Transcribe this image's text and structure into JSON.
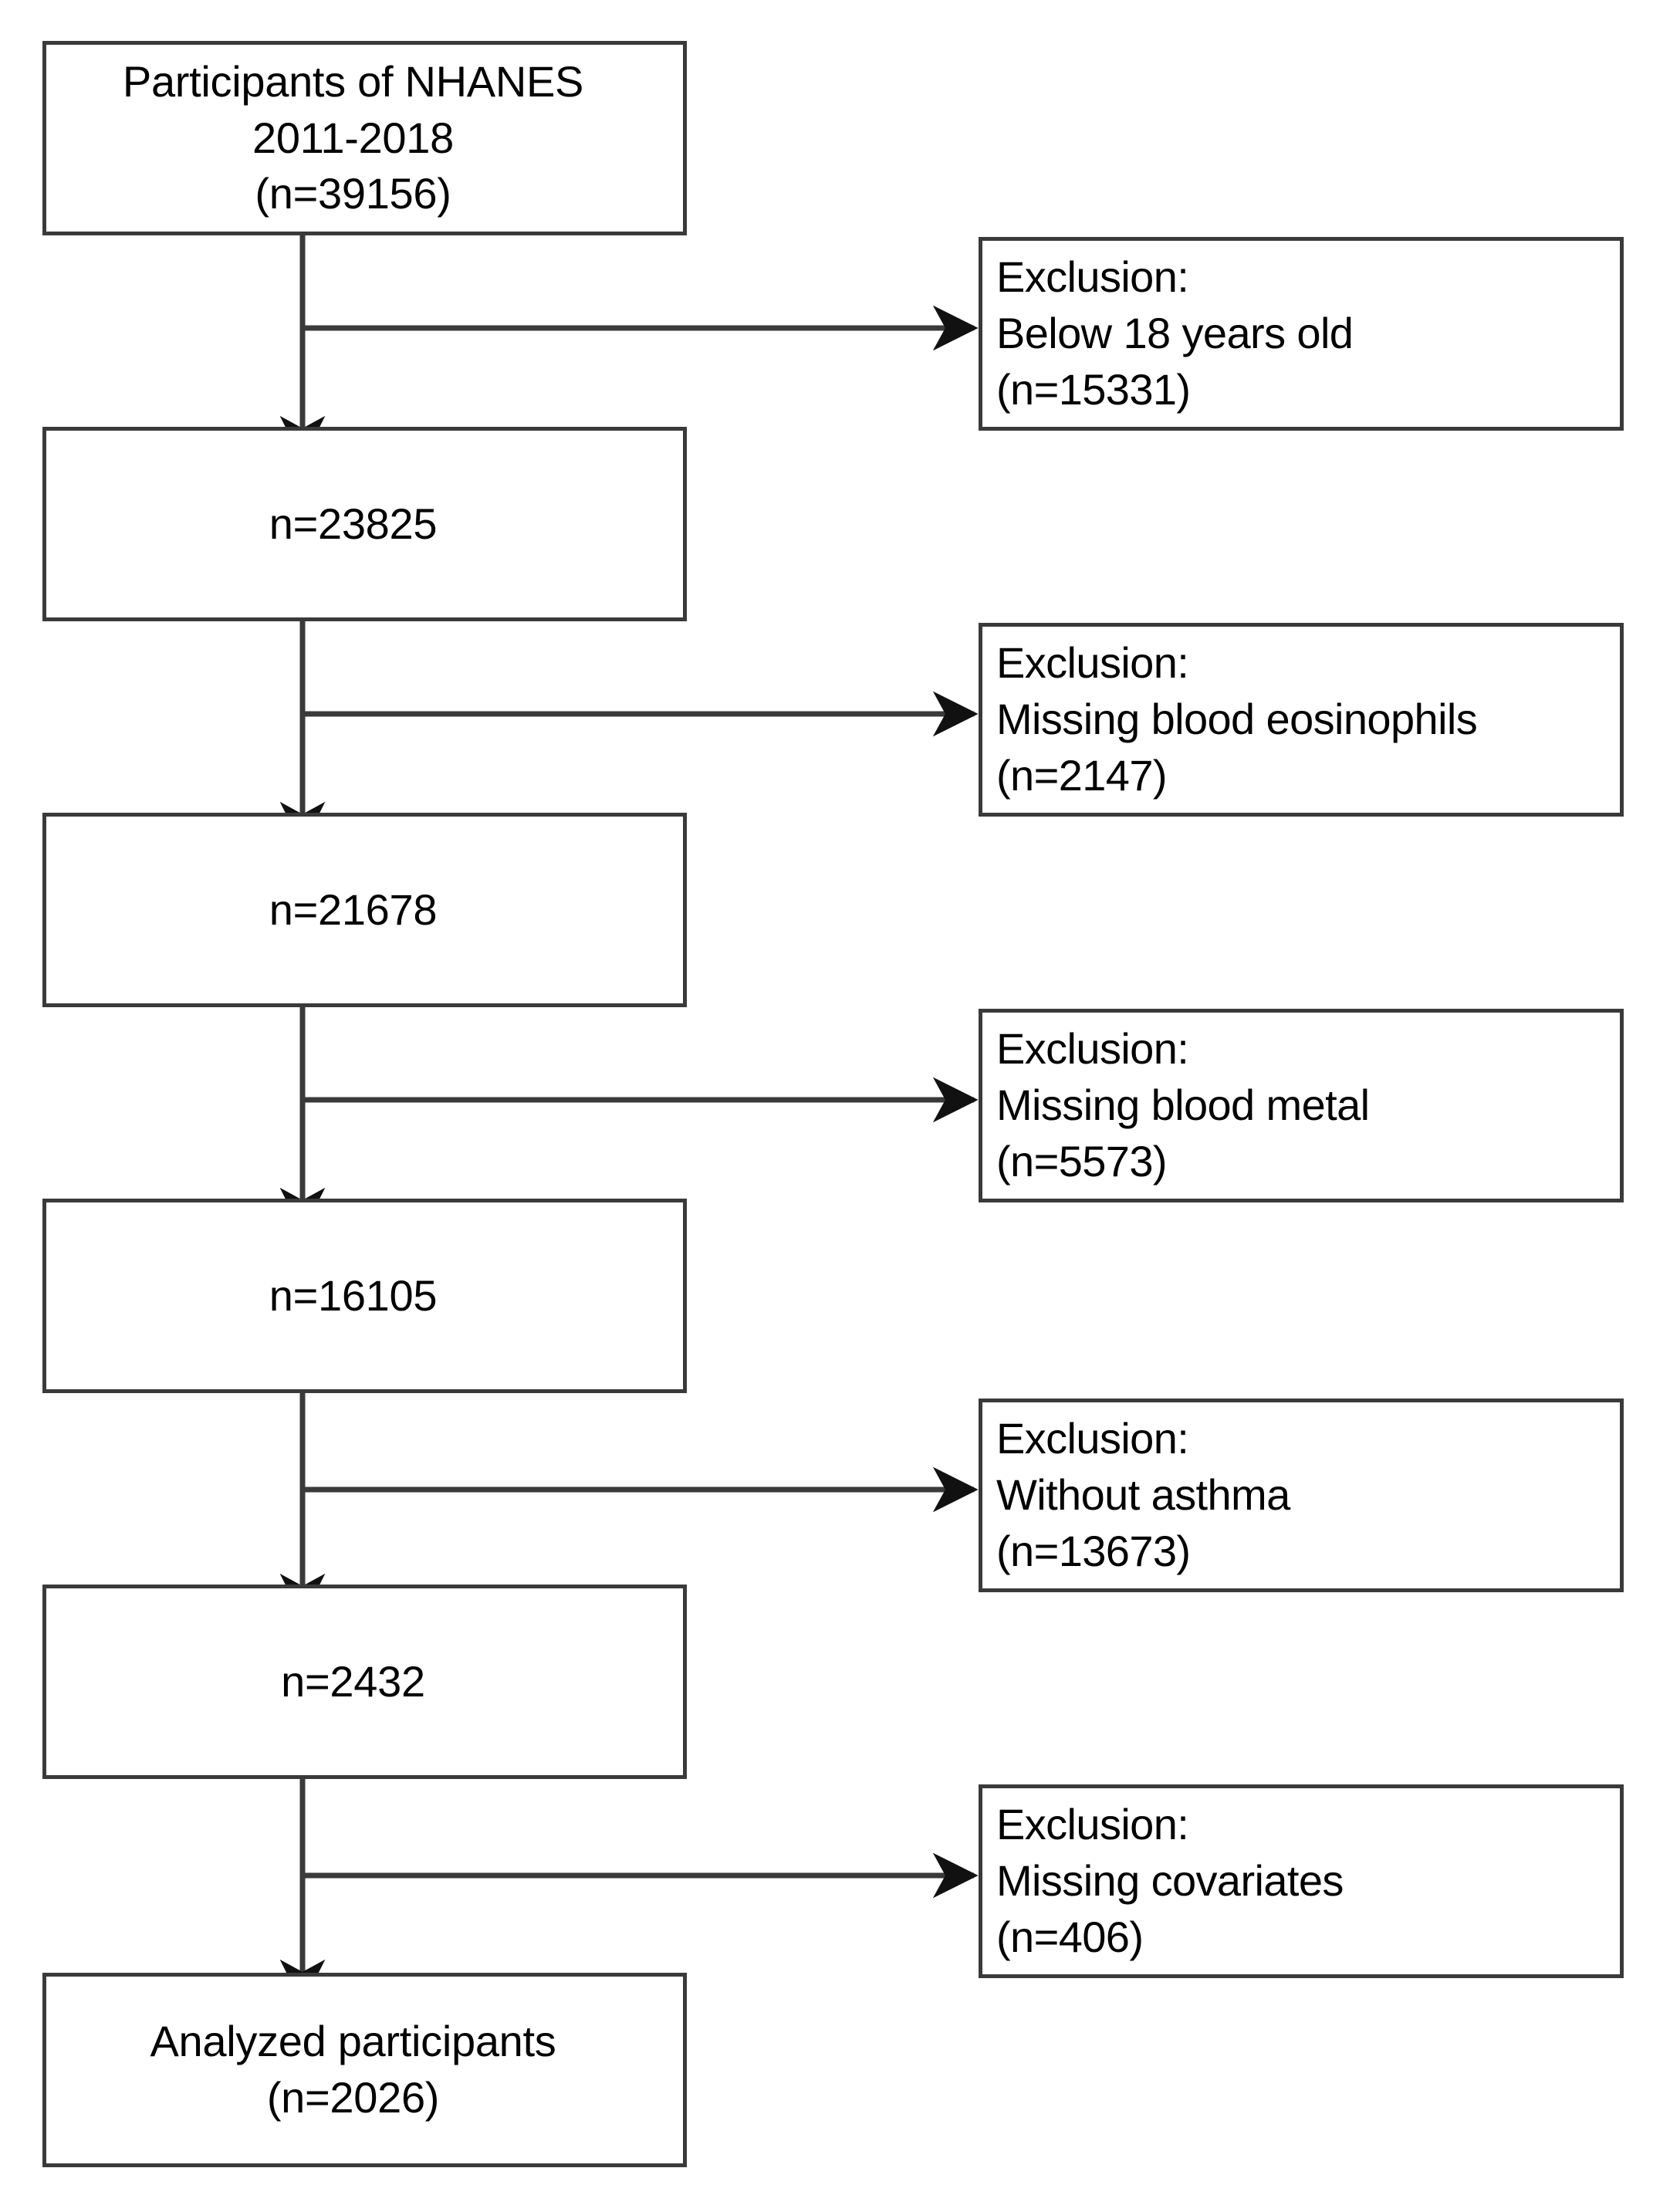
{
  "diagram": {
    "type": "participant-flow-diagram",
    "title": "NHANES participant selection flowchart",
    "stroke_color": "#3a3a3a",
    "text_color": "#000000",
    "background_color": "#ffffff",
    "main_nodes": [
      {
        "id": "source-population",
        "lines": [
          "Participants of NHANES",
          "2011-2018",
          "(n=39156)"
        ],
        "n": 39156
      },
      {
        "id": "after-age-exclusion",
        "lines": [
          "n=23825"
        ],
        "n": 23825
      },
      {
        "id": "after-eosinophils-exclusion",
        "lines": [
          "n=21678"
        ],
        "n": 21678
      },
      {
        "id": "after-blood-metal-exclusion",
        "lines": [
          "n=16105"
        ],
        "n": 16105
      },
      {
        "id": "after-asthma-exclusion",
        "lines": [
          "n=2432"
        ],
        "n": 2432
      },
      {
        "id": "analyzed-participants",
        "lines": [
          "Analyzed participants",
          "(n=2026)"
        ],
        "n": 2026
      }
    ],
    "exclusion_nodes": [
      {
        "id": "exclusion-age",
        "lines": [
          "Exclusion:",
          "Below 18 years old",
          "(n=15331)"
        ],
        "reason": "Below 18 years old",
        "n": 15331
      },
      {
        "id": "exclusion-eosinophils",
        "lines": [
          "Exclusion:",
          "Missing blood eosinophils",
          "(n=2147)"
        ],
        "reason": "Missing blood eosinophils",
        "n": 2147
      },
      {
        "id": "exclusion-blood-metal",
        "lines": [
          "Exclusion:",
          "Missing blood metal",
          "(n=5573)"
        ],
        "reason": "Missing blood metal",
        "n": 5573
      },
      {
        "id": "exclusion-asthma",
        "lines": [
          "Exclusion:",
          "Without asthma",
          "(n=13673)"
        ],
        "reason": "Without asthma",
        "n": 13673
      },
      {
        "id": "exclusion-covariates",
        "lines": [
          "Exclusion:",
          "Missing covariates",
          "(n=406)"
        ],
        "reason": "Missing covariates",
        "n": 406
      }
    ]
  }
}
